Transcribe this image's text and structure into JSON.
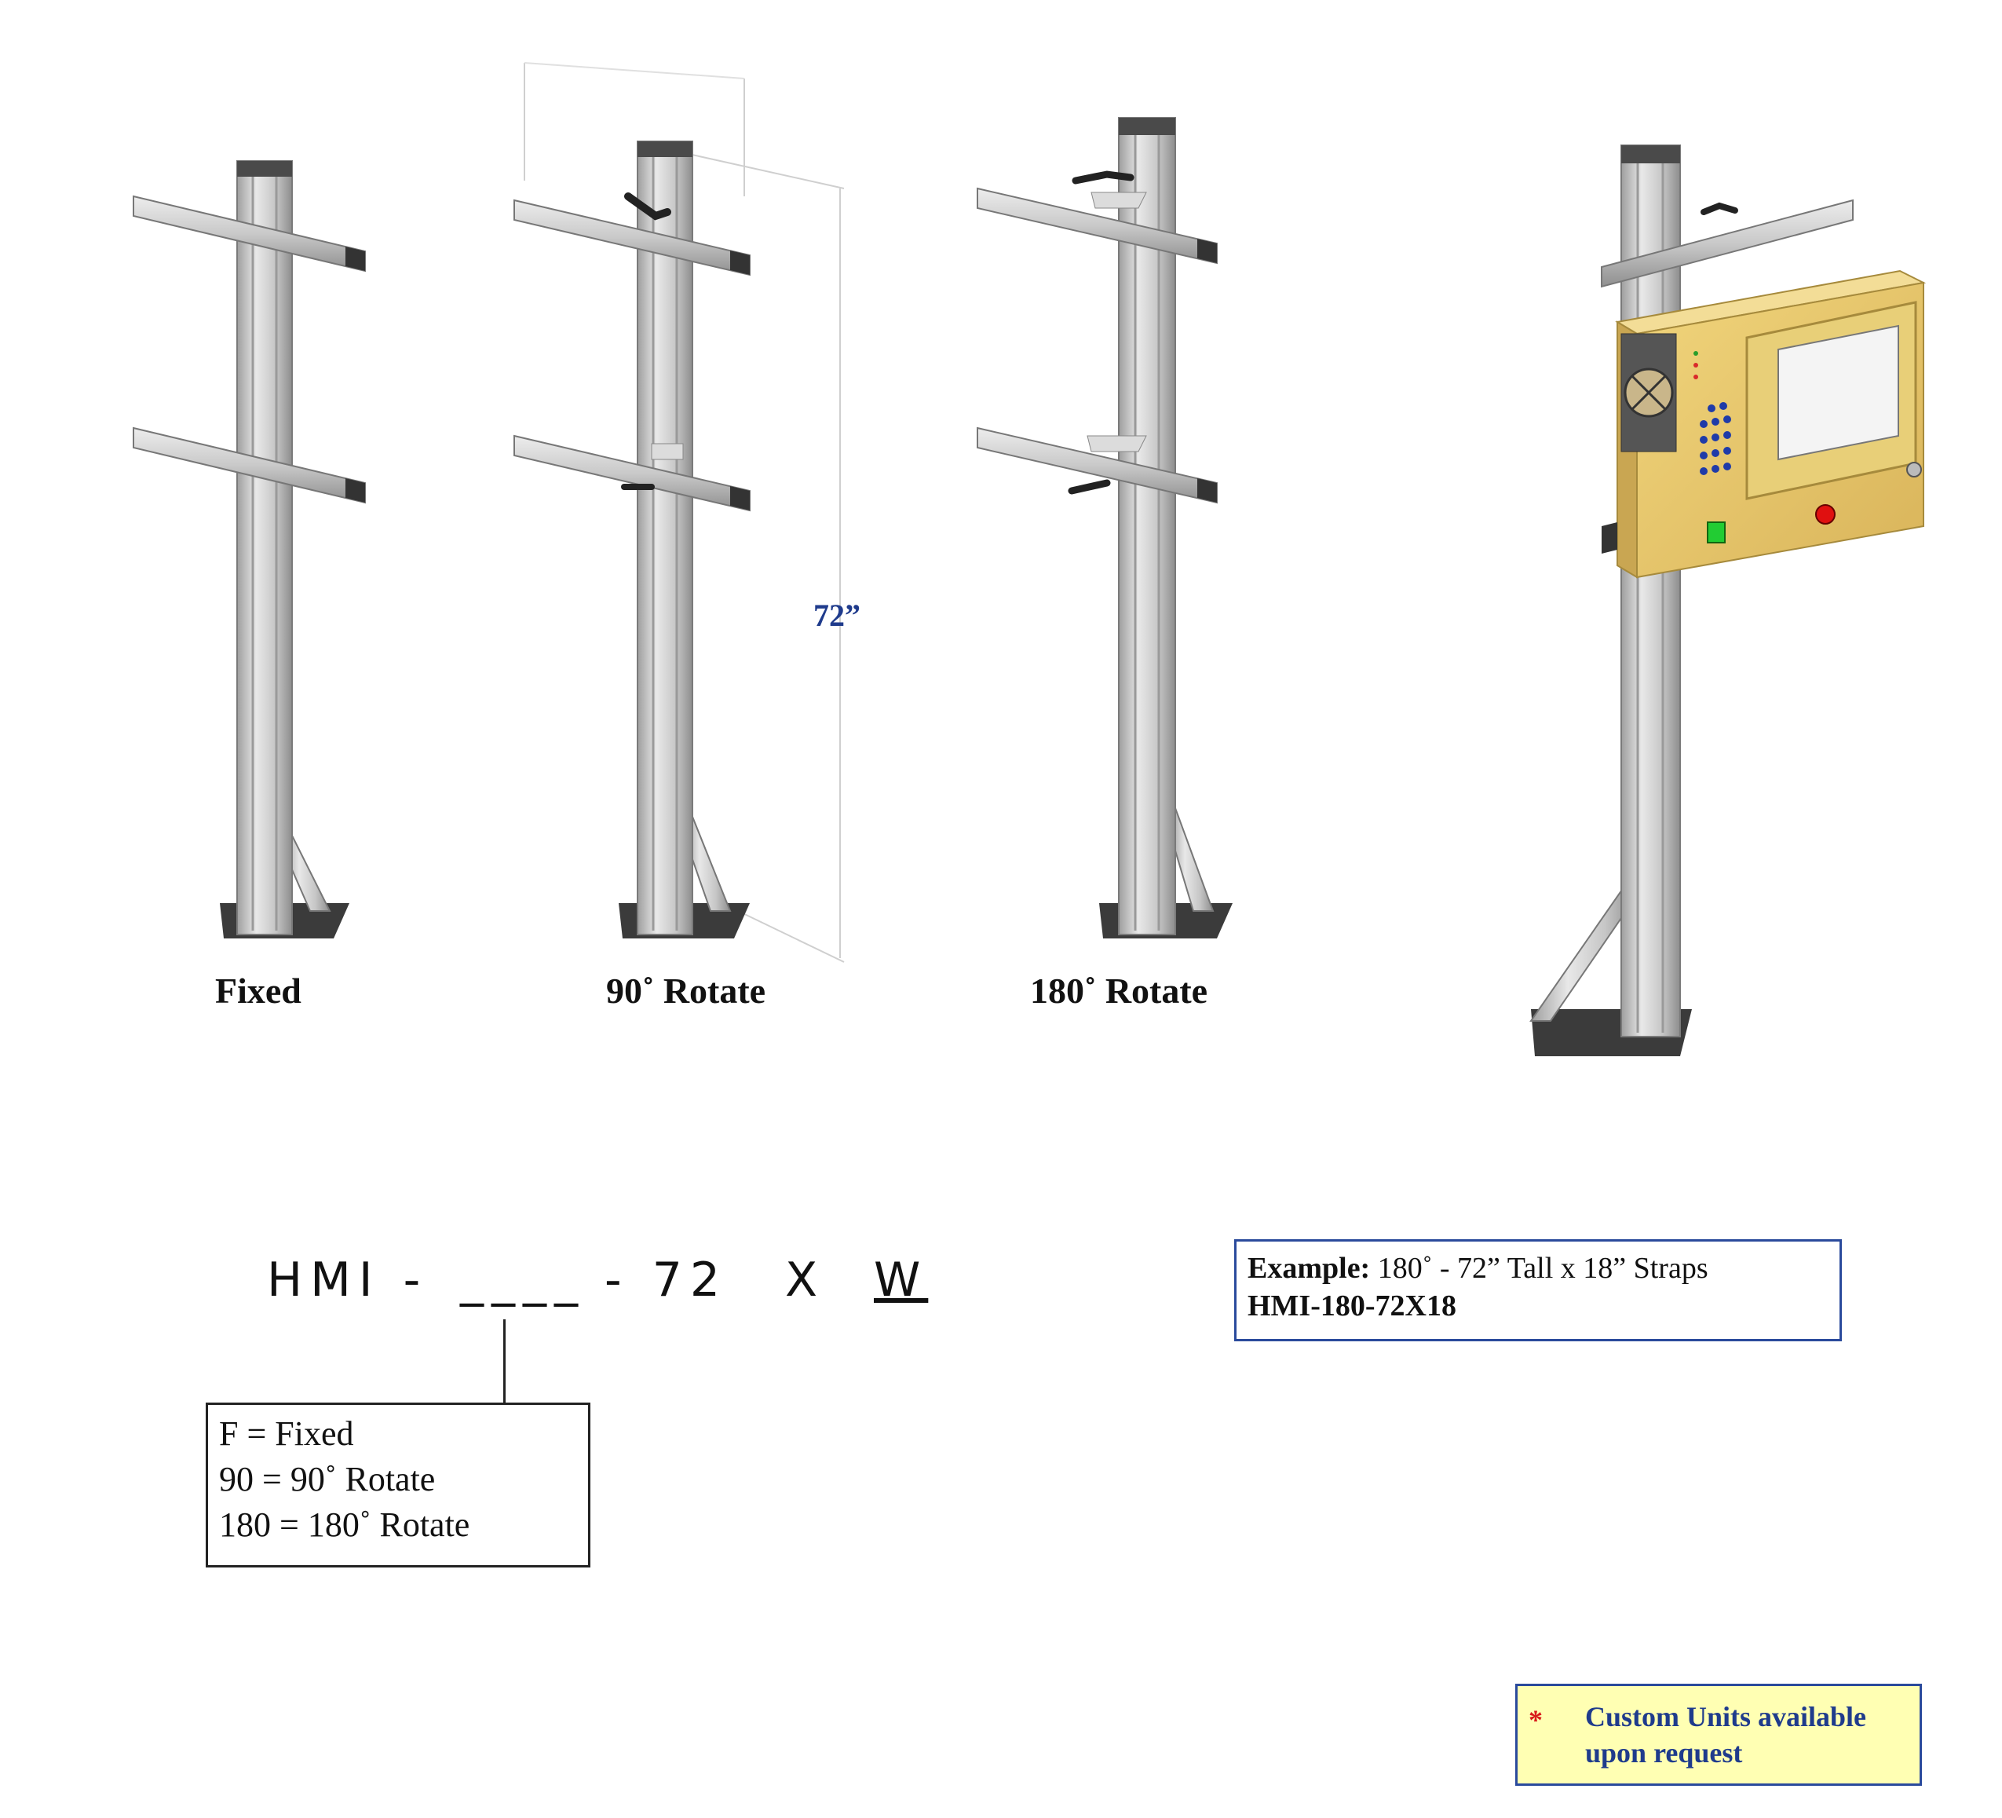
{
  "variants": [
    {
      "id": "fixed",
      "caption": "Fixed"
    },
    {
      "id": "rotate90",
      "caption": "90˚ Rotate"
    },
    {
      "id": "rotate180",
      "caption": "180˚ Rotate"
    }
  ],
  "dimension_label": "72”",
  "part_number": {
    "prefix": "HMI -",
    "blank": "____",
    "height": "- 72",
    "x": "X",
    "width_code": "W"
  },
  "legend": {
    "lines": [
      "F = Fixed",
      "90 = 90˚ Rotate",
      "180 = 180˚ Rotate"
    ]
  },
  "example": {
    "label": "Example:",
    "description": "180˚ - 72” Tall x 18” Straps",
    "code": "HMI-180-72X18"
  },
  "note": {
    "star": "*",
    "text": "Custom Units available upon request"
  },
  "colors": {
    "aluminum": "#c9c9c9",
    "enclosure": "#e6c66a",
    "accent_blue": "#1f3b8c",
    "note_bg": "#ffffb3"
  }
}
